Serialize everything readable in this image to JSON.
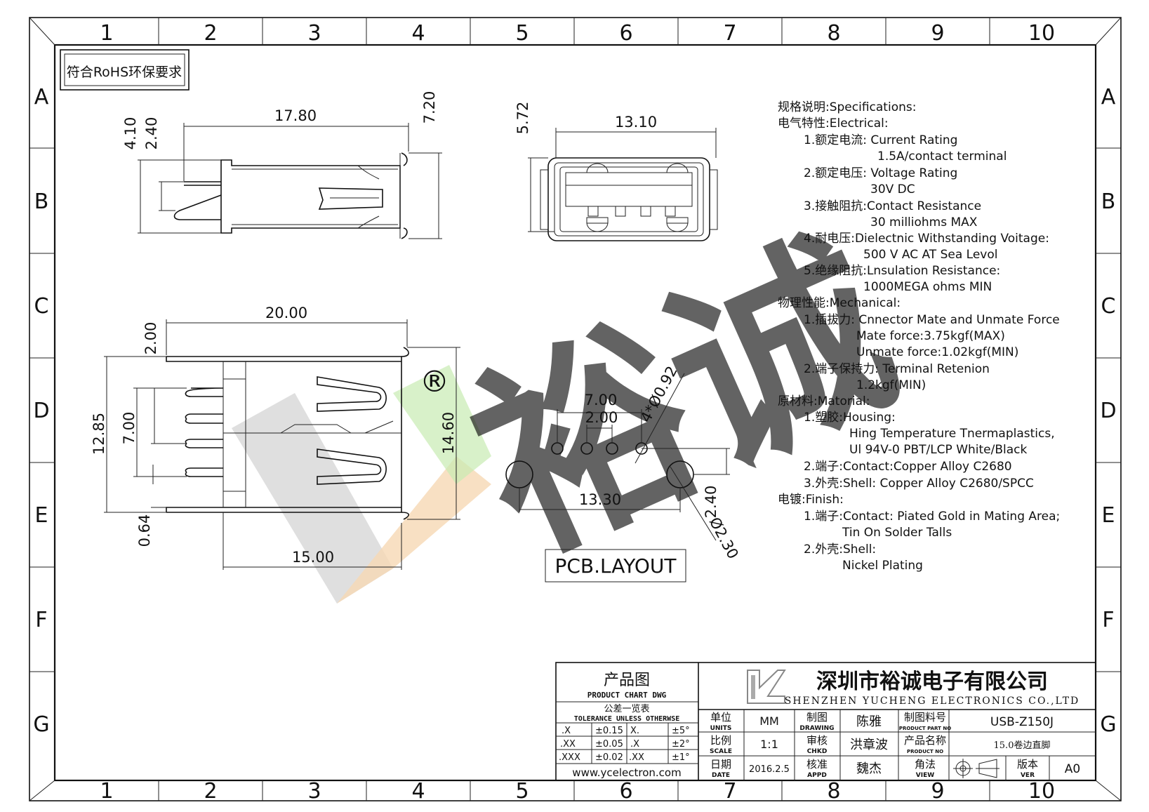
{
  "rohs_label": "符合RoHS环保要求",
  "grid": {
    "columns": [
      "1",
      "2",
      "3",
      "4",
      "5",
      "6",
      "7",
      "8",
      "9",
      "10"
    ],
    "rows": [
      "A",
      "B",
      "C",
      "D",
      "E",
      "F",
      "G"
    ]
  },
  "top_view_dims": {
    "len": "17.80",
    "h1": "4.10",
    "h2": "2.40",
    "h3": "7.20"
  },
  "front_view_dims": {
    "width": "13.10",
    "height": "5.72"
  },
  "side_view_dims": {
    "len": "20.00",
    "top": "2.00",
    "height": "12.85",
    "pitch": "7.00",
    "overall": "14.60",
    "foot": "0.64",
    "base": "15.00"
  },
  "pcb_dims": {
    "pitch_outer": "7.00",
    "pitch_inner": "2.00",
    "hole_small": "4*Ø0.92",
    "span": "13.30",
    "offset": "2.40",
    "hole_big": "Ø2.30"
  },
  "pcb_label": "PCB.LAYOUT",
  "specs": [
    {
      "indent": 0,
      "text": "规格说明:Specifications:"
    },
    {
      "indent": 0,
      "text": "电气特性:Electrical:"
    },
    {
      "indent": 1,
      "text": "1.额定电流: Current Rating"
    },
    {
      "indent": 3,
      "text": "1.5A/contact terminal"
    },
    {
      "indent": 1,
      "text": "2.额定电压: Voltage Rating"
    },
    {
      "indent": 2,
      "text": "30V DC"
    },
    {
      "indent": 1,
      "text": "3.接触阻抗:Contact Resistance"
    },
    {
      "indent": 2,
      "text": "30 milliohms MAX"
    },
    {
      "indent": 1,
      "text": "4.耐电压:Dielectnic Withstanding Voitage:"
    },
    {
      "indent": 2,
      "text": "500 V AC AT Sea Levol"
    },
    {
      "indent": 1,
      "text": "5.绝缘阻抗:Lnsulation Resistance:"
    },
    {
      "indent": 2,
      "text": "1000MEGA ohms MIN"
    },
    {
      "indent": 0,
      "text": "物理性能:Mechanical:"
    },
    {
      "indent": 1,
      "text": "1.插拔力: Cnnector Mate and Unmate Force"
    },
    {
      "indent": 2,
      "text": "Mate force:3.75kgf(MAX)"
    },
    {
      "indent": 2,
      "text": "Unmate force:1.02kgf(MIN)"
    },
    {
      "indent": 1,
      "text": "2.端子保持力: Terminal Retenion"
    },
    {
      "indent": 2,
      "text": "1.2kgf(MIN)"
    },
    {
      "indent": 0,
      "text": "原材料:Matorial:"
    },
    {
      "indent": 1,
      "text": "1.塑胶:Housing:"
    },
    {
      "indent": 2,
      "text": "Hing Temperature  Tnermaplastics,"
    },
    {
      "indent": 2,
      "text": "Ul 94V-0  PBT/LCP White/Black"
    },
    {
      "indent": 1,
      "text": "2.端子:Contact:Copper Alloy C2680"
    },
    {
      "indent": 1,
      "text": "3.外壳:Shell: Copper Alloy C2680/SPCC"
    },
    {
      "indent": 0,
      "text": "电镀:Finish:"
    },
    {
      "indent": 1,
      "text": "1.端子:Contact: Piated Gold in Mating Area;"
    },
    {
      "indent": 2,
      "text": "Tin On Solder Talls"
    },
    {
      "indent": 1,
      "text": "2.外壳:Shell:"
    },
    {
      "indent": 2,
      "text": "Nickel Plating"
    }
  ],
  "title_block": {
    "product_cn": "产品图",
    "product_en": "PRODUCT CHART DWG",
    "tol_cn": "公差一览表",
    "tol_en": "TOLERANCE UNLESS OTHERWSE",
    "tolerances": [
      [
        ".X",
        "±0.15",
        "X.",
        "±5°"
      ],
      [
        ".XX",
        "±0.05",
        ".X",
        "±2°"
      ],
      [
        ".XXX",
        "±0.02",
        ".XX",
        "±1°"
      ]
    ],
    "website": "www.ycelectron.com",
    "company_cn": "深圳市裕诚电子有限公司",
    "company_en": "SHENZHEN YUCHENG ELECTRONICS CO.,LTD",
    "units_cn": "单位",
    "units_en": "UNITS",
    "units_val": "MM",
    "scale_cn": "比例",
    "scale_en": "SCALE",
    "scale_val": "1:1",
    "date_cn": "日期",
    "date_en": "DATE",
    "date_val": "2016.2.5",
    "drawing_cn": "制图",
    "drawing_en": "DRAWING",
    "drawing_val": "陈雅",
    "chkd_cn": "审核",
    "chkd_en": "CHKD",
    "chkd_val": "洪章波",
    "appd_cn": "核准",
    "appd_en": "APPD",
    "appd_val": "魏杰",
    "partno_cn": "制图料号",
    "partno_en": "PRODUCT PART NO",
    "partno_val": "USB-Z150J",
    "prodname_cn": "产品名称",
    "prodname_en": "PRODUCT NO",
    "prodname_val": "15.0卷边直脚",
    "view_cn": "角法",
    "view_en": "VIEW",
    "ver_cn": "版本",
    "ver_en": "VER",
    "ver_val": "A0"
  },
  "watermark": {
    "text": "裕诚",
    "mark": "®",
    "colors": {
      "green": "#c8ebb2",
      "gray": "#d2d2d2",
      "orange": "#f6d8b4"
    }
  }
}
